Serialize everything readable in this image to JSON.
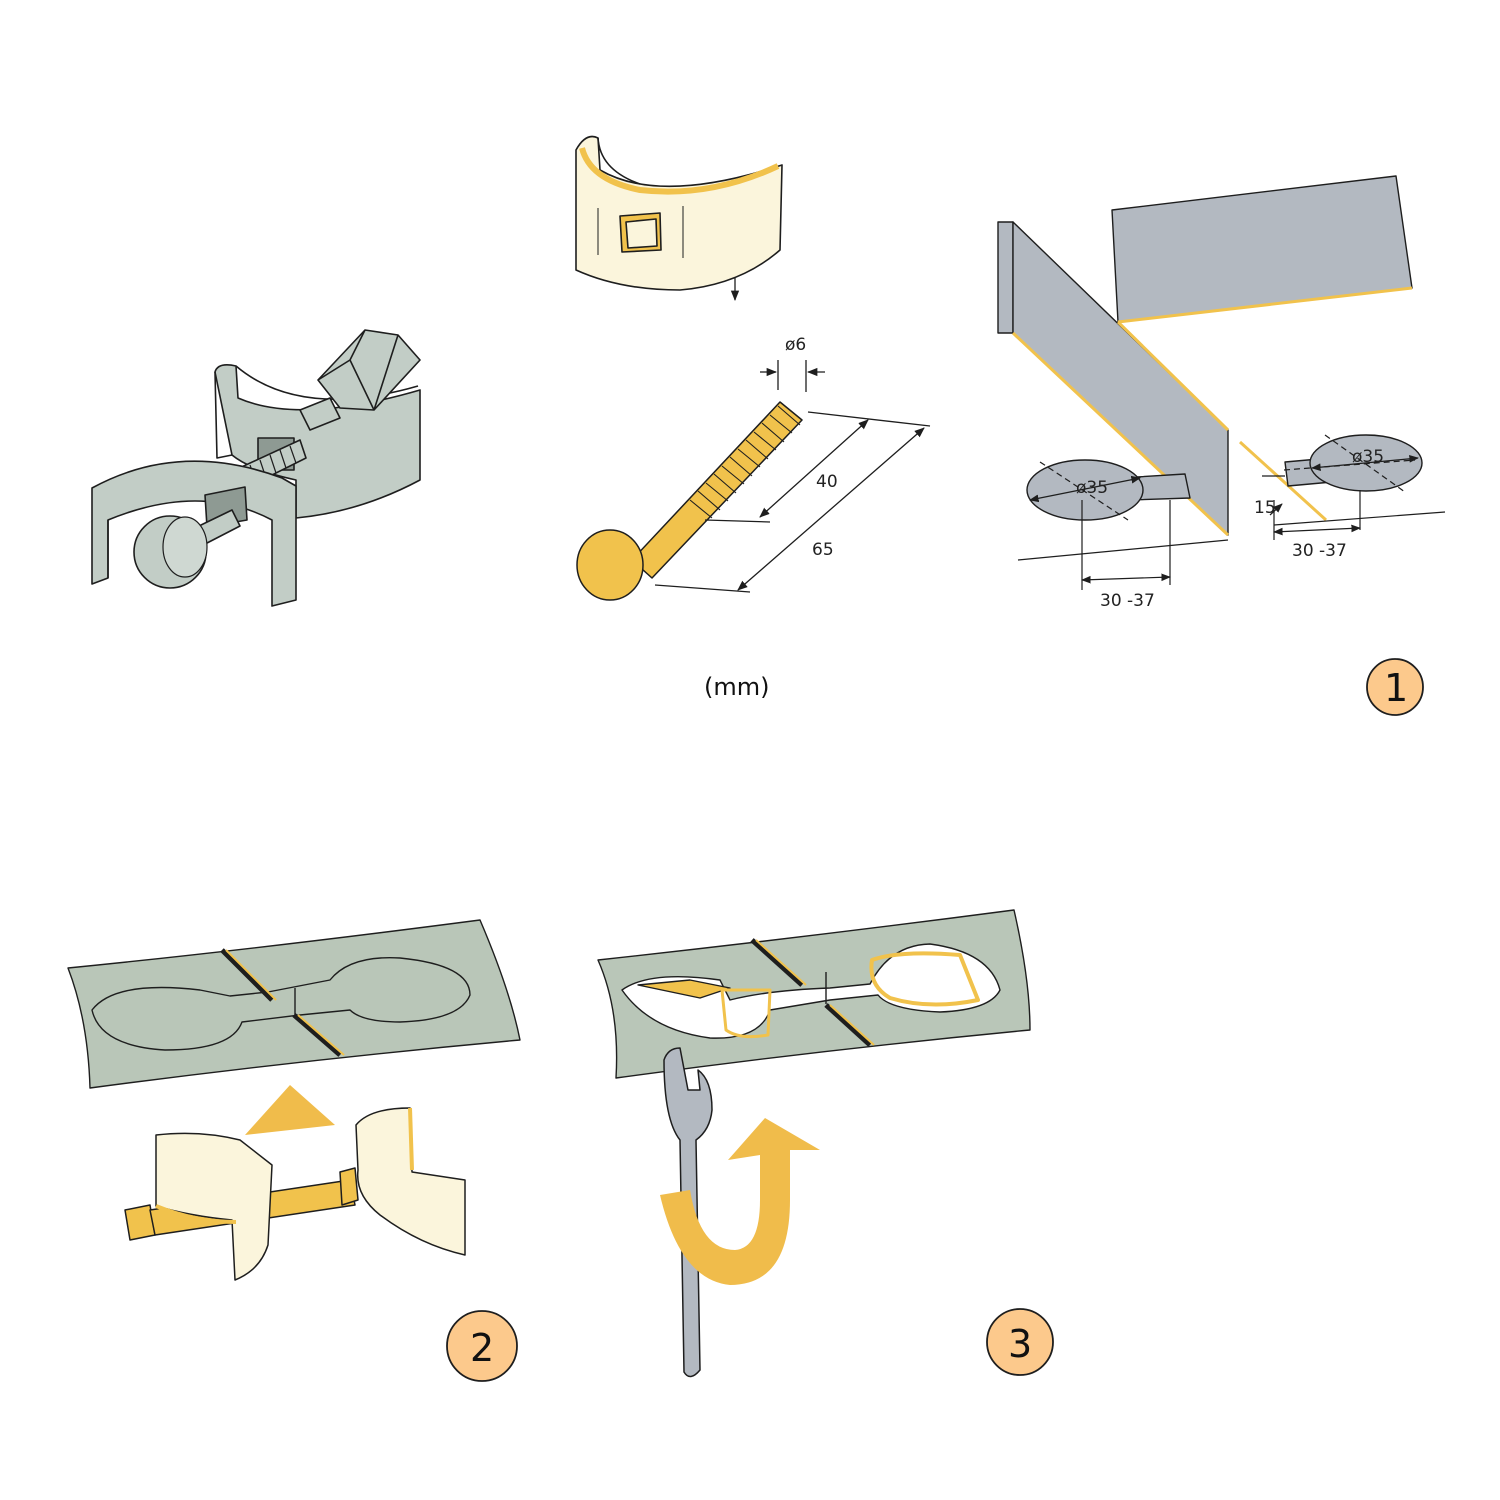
{
  "diagram": {
    "unit_label": "(mm)",
    "bolt": {
      "diameter_label": "ø6",
      "thread_length_label": "40",
      "total_length_label": "65"
    },
    "panel_layout": {
      "left_hole_label": "ø35",
      "right_hole_label": "ø35",
      "left_distance_label": "30 -37",
      "right_distance_label": "30 -37",
      "offset_label": "15"
    },
    "steps": [
      {
        "number": "1"
      },
      {
        "number": "2"
      },
      {
        "number": "3"
      }
    ]
  },
  "colors": {
    "hardware_grey": "#c2cdc6",
    "brass": "#f1c24c",
    "cap_cream": "#fbf5dc",
    "worktop": "#b9c6b8",
    "panel_grey": "#b3b9c1",
    "arrow_orange": "#f0bc4b",
    "step_circle": "#fcc98c",
    "line": "#1e1e1e"
  },
  "icons": [
    "clamp-fitting-icon",
    "cap-piece-icon",
    "bolt-icon",
    "wrench-icon",
    "rotate-arrow-icon",
    "push-arrow-icon"
  ]
}
